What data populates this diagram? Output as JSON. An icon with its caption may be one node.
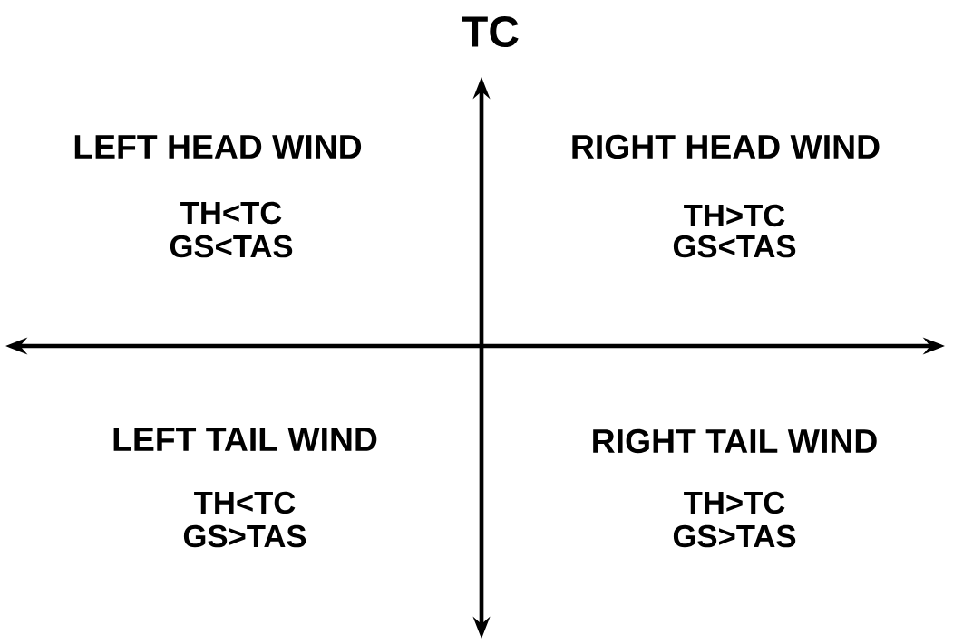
{
  "diagram": {
    "labels": [
      "TC",
      "LEFT HEAD WIND",
      "TH<TC",
      "GS<TAS",
      "RIGHT HEAD WIND",
      "TH>TC",
      "GS<TAS",
      "LEFT TAIL WIND",
      "TH<TC",
      "GS>TAS",
      "RIGHT TAIL WIND",
      "TH>TC",
      "GS>TAS"
    ]
  }
}
